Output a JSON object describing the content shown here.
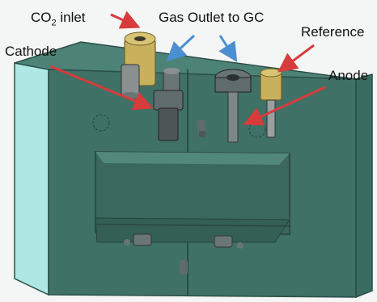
{
  "labels": {
    "co2_prefix": "CO",
    "co2_sub": "2",
    "co2_suffix": " inlet",
    "gas_outlet": "Gas Outlet to GC",
    "reference": "Reference",
    "cathode": "Cathode",
    "anode": "Anode"
  },
  "colors": {
    "body_front": "#3f7166",
    "body_top": "#4d8377",
    "body_left": "#aee8e4",
    "body_right": "#3a6b60",
    "arrow_red": "#d83b3b",
    "arrow_blue": "#4a8fd0",
    "fitting_gold": "#c8b05c",
    "fitting_gray": "#5f6b6c"
  }
}
